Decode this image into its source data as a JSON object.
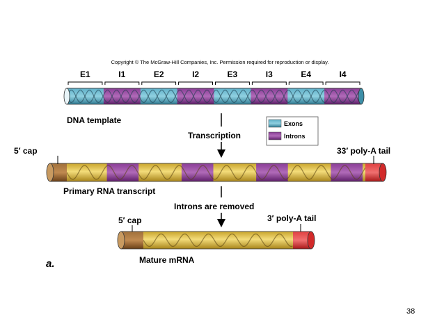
{
  "copyright": "Copyright © The McGraw-Hill Companies, Inc. Permission required for reproduction or display.",
  "segments": [
    {
      "label": "E1",
      "kind": "exon"
    },
    {
      "label": "I1",
      "kind": "intron"
    },
    {
      "label": "E2",
      "kind": "exon"
    },
    {
      "label": "I2",
      "kind": "intron"
    },
    {
      "label": "E3",
      "kind": "exon"
    },
    {
      "label": "I3",
      "kind": "intron"
    },
    {
      "label": "E4",
      "kind": "exon"
    },
    {
      "label": "I4",
      "kind": "intron"
    }
  ],
  "labels": {
    "dna_template": "DNA  template",
    "transcription": "Transcription",
    "primary_transcript": "Primary RNA transcript",
    "introns_removed": "Introns are removed",
    "mature_mrna": "Mature mRNA",
    "five_cap_primary": "5′ cap",
    "three_tail_primary": "33′ poly-A tail",
    "five_cap_mature": "5′ cap",
    "three_tail_mature": "3′ poly-A tail",
    "panel": "a.",
    "page_number": "38"
  },
  "legend": {
    "items": [
      {
        "label": "Exons",
        "color": "#3d8fa8"
      },
      {
        "label": "Introns",
        "color": "#7a2f86"
      }
    ]
  },
  "colors": {
    "exon": "#3d8fa8",
    "intron": "#7a2f86",
    "rna": "#d8b53a",
    "cap": "#8a5a2a",
    "tail": "#d22a2a"
  }
}
